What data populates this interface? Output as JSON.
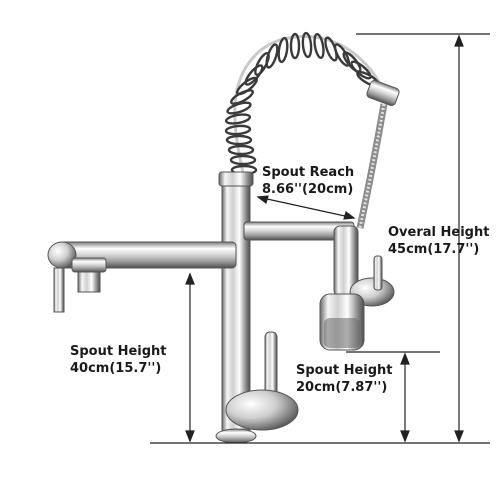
{
  "title": "",
  "dimensions": {
    "spout_reach": {
      "label": "Spout Reach",
      "value": "8.66''(20cm)"
    },
    "overall_height": {
      "label": "Overal Height",
      "value": "45cm(17.7'')"
    },
    "spout_height_main": {
      "label": "Spout Height",
      "value": "40cm(15.7'')"
    },
    "spout_height_sprayer": {
      "label": "Spout Height",
      "value": "20cm(7.87'')"
    }
  },
  "colors": {
    "chrome_light": "#f4f4f4",
    "chrome_mid": "#b9b9b9",
    "chrome_dark": "#4a4a4a",
    "dimension_line": "#222222"
  }
}
